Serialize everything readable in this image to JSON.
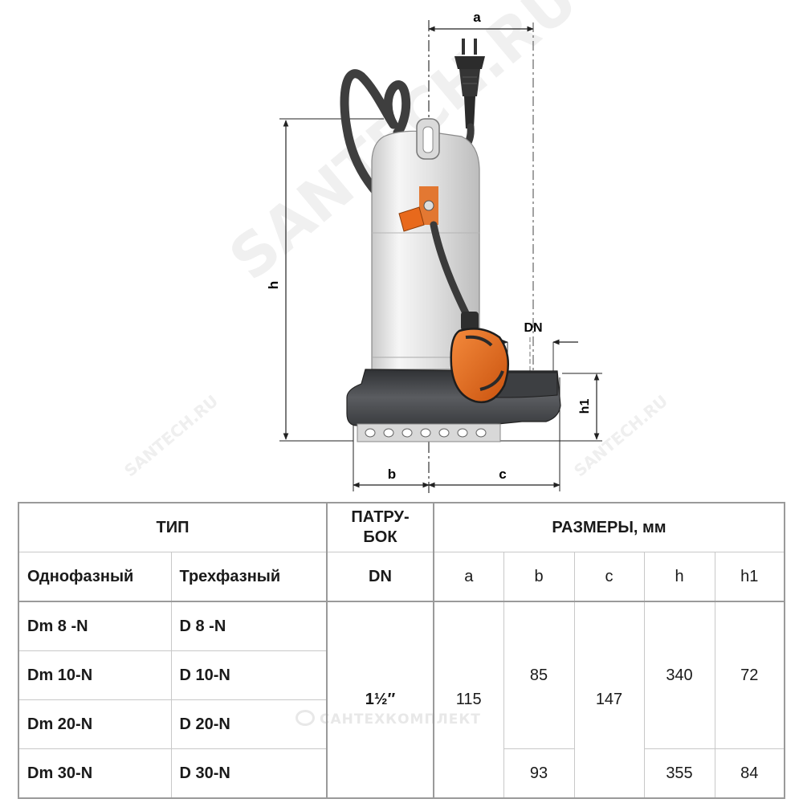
{
  "drawing": {
    "labels": {
      "a": "a",
      "b": "b",
      "c": "c",
      "h": "h",
      "h1": "h1",
      "dn": "DN"
    },
    "watermark": {
      "main": "SANTECH.RU",
      "side": "SANTECH.RU",
      "strip": "САНТЕХКОМПЛЕКТ"
    },
    "colors": {
      "float": "#e8691c",
      "body": "#e6e6e6",
      "base": "#4a4c4f",
      "cable": "#3c3c3c"
    }
  },
  "table": {
    "type_header": "ТИП",
    "inlet_header": "ПАТРУ-\nБОК",
    "sizes_header": "РАЗМЕРЫ, мм",
    "col_single": "Однофазный",
    "col_three": "Трехфазный",
    "col_dn": "DN",
    "col_a": "a",
    "col_b": "b",
    "col_c": "c",
    "col_h": "h",
    "col_h1": "h1",
    "rows": [
      {
        "single": "Dm 8   -N",
        "three": "D 8   -N"
      },
      {
        "single": "Dm 10-N",
        "three": "D 10-N"
      },
      {
        "single": "Dm 20-N",
        "three": "D 20-N"
      },
      {
        "single": "Dm 30-N",
        "three": "D 30-N"
      }
    ],
    "dn_value": "1½″",
    "a_value": "115",
    "b_values": [
      "85",
      "93"
    ],
    "c_value": "147",
    "h_values": [
      "340",
      "355"
    ],
    "h1_values": [
      "72",
      "84"
    ]
  }
}
